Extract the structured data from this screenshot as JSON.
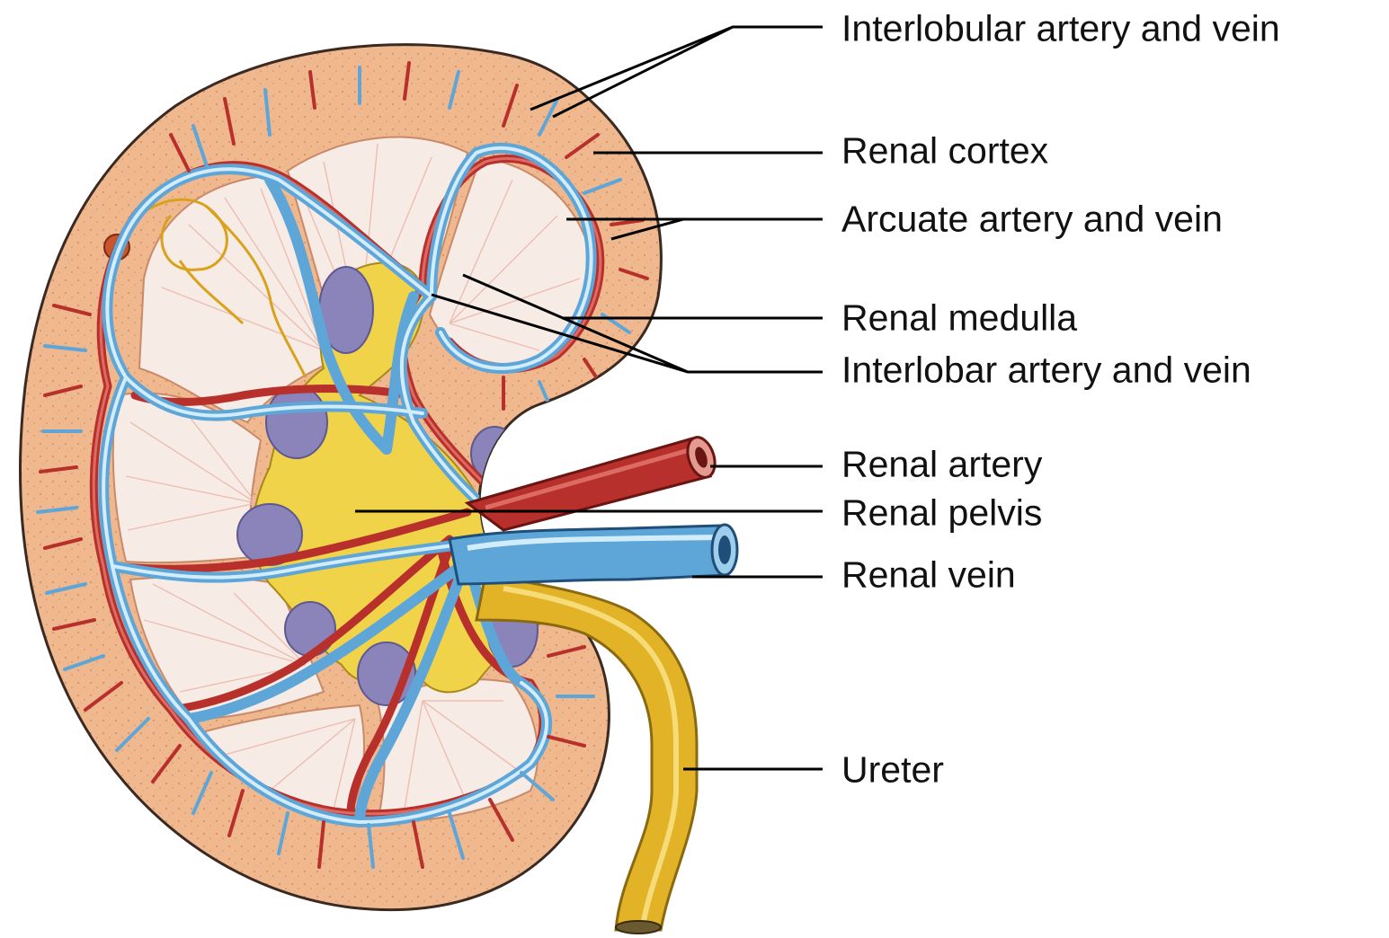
{
  "colors": {
    "cortex": "#efb88e",
    "cortex_speckle": "#d9955f",
    "medulla": "#f7ebe6",
    "medulla_striation": "#ecb9ad",
    "pelvis": "#f1d34a",
    "calyx": "#8a84ba",
    "artery": "#b8302c",
    "artery_highlight": "#dc6b63",
    "vein": "#5ea6d8",
    "vein_highlight": "#d2ecfa",
    "ureter": "#e2b227",
    "ureter_highlight": "#f6dc78",
    "outline": "#3a2a22",
    "leader": "#000000"
  },
  "labels": [
    {
      "id": "interlobular",
      "text": "Interlobular artery and vein"
    },
    {
      "id": "cortex",
      "text": "Renal cortex"
    },
    {
      "id": "arcuate",
      "text": "Arcuate artery and vein"
    },
    {
      "id": "medulla",
      "text": "Renal medulla"
    },
    {
      "id": "interlobar",
      "text": "Interlobar artery and vein"
    },
    {
      "id": "renal_artery",
      "text": "Renal artery"
    },
    {
      "id": "renal_pelvis",
      "text": "Renal pelvis"
    },
    {
      "id": "renal_vein",
      "text": "Renal vein"
    },
    {
      "id": "ureter",
      "text": "Ureter"
    }
  ]
}
